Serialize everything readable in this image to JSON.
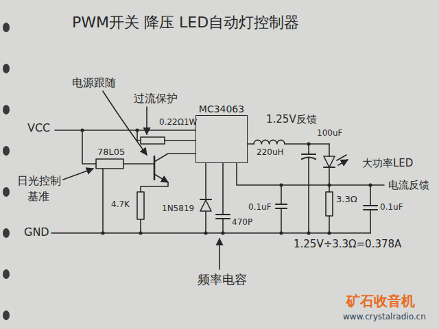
{
  "diagram": {
    "title": "PWM开关 降压 LED自动灯控制器",
    "nodes": [
      {
        "text": [
          "MC34063"
        ]
      }
    ],
    "labels": [
      "电源跟随",
      "过流保护",
      "VCC",
      "0.22Ω1W",
      "1.25V反馈",
      "100uF",
      "78L05",
      "220uH",
      "大功率LED",
      "日光控制",
      "基准",
      "4.7K",
      "1N5819",
      "470P",
      "0.1uF",
      "3.3Ω",
      "0.1uF",
      "电流反馈",
      "GND",
      "1.25V÷3.3Ω=0.378A",
      "频率电容",
      "矿石收音机",
      "www.crystalradio.cn"
    ]
  }
}
